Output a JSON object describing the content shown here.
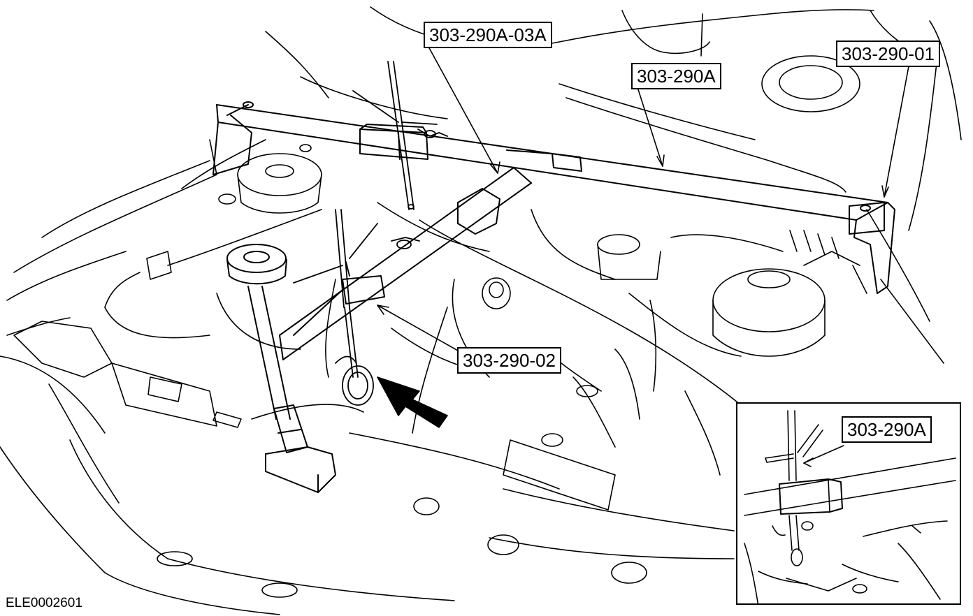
{
  "figure": {
    "figure_id": "ELE0002601"
  },
  "callouts": {
    "support_bracket": "303-290A-03A",
    "engine_support_bar": "303-290A",
    "support_leg": "303-290-01",
    "lifting_bracket": "303-290-02",
    "inset_label": "303-290A"
  },
  "colors": {
    "line": "#000000",
    "background": "#ffffff"
  }
}
